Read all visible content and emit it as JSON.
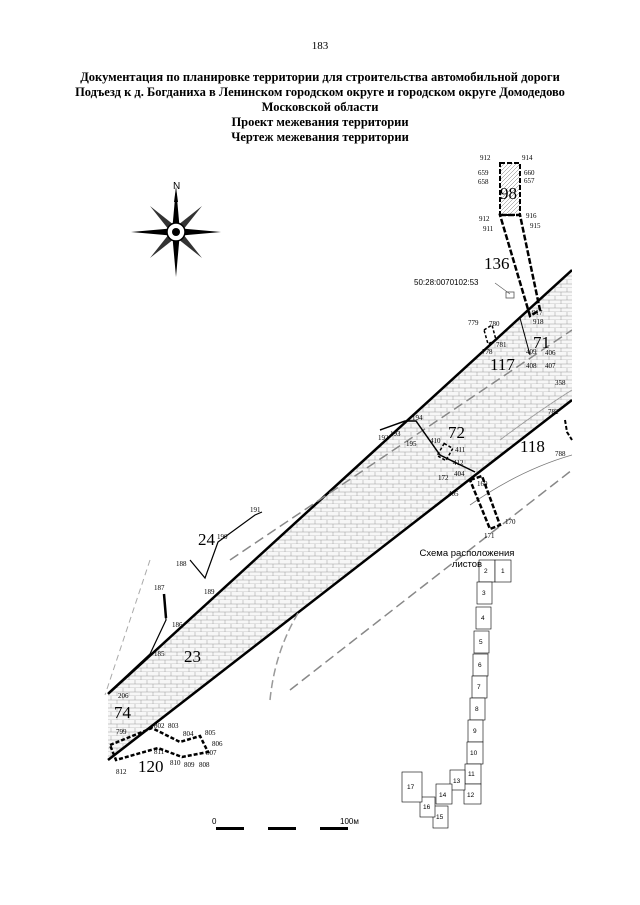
{
  "page_number": "183",
  "header": {
    "line1": "Документация по планировке территории для строительства автомобильной дороги",
    "line2": "Подъезд к д. Богданиха в Ленинском городском округе и городском округе Домодедово",
    "line3": "Московской области",
    "line4": "Проект межевания территории",
    "line5": "Чертеж межевания территории"
  },
  "map": {
    "north_label": "N",
    "cadastral_label": "50:28:0070102:53",
    "parcel_numbers": [
      "98",
      "136",
      "71",
      "117",
      "72",
      "118",
      "24",
      "23",
      "74",
      "120"
    ],
    "point_labels": [
      "912",
      "914",
      "659",
      "660",
      "658",
      "657",
      "912",
      "916",
      "911",
      "915",
      "917",
      "918",
      "779",
      "780",
      "781",
      "778",
      "409",
      "406",
      "408",
      "407",
      "358",
      "782",
      "788",
      "193",
      "194",
      "192",
      "195",
      "410",
      "411",
      "412",
      "404",
      "172",
      "169",
      "405",
      "170",
      "171",
      "191",
      "190",
      "187",
      "188",
      "189",
      "186",
      "185",
      "206",
      "802",
      "803",
      "804",
      "805",
      "806",
      "807",
      "808",
      "809",
      "810",
      "811",
      "812",
      "799"
    ],
    "scale": {
      "start": "0",
      "end": "100м"
    }
  },
  "scheme": {
    "title_line1": "Схема расположения",
    "title_line2": "листов",
    "sheets": [
      "1",
      "2",
      "3",
      "4",
      "5",
      "6",
      "7",
      "8",
      "9",
      "10",
      "11",
      "12",
      "13",
      "14",
      "15",
      "16",
      "17"
    ]
  }
}
